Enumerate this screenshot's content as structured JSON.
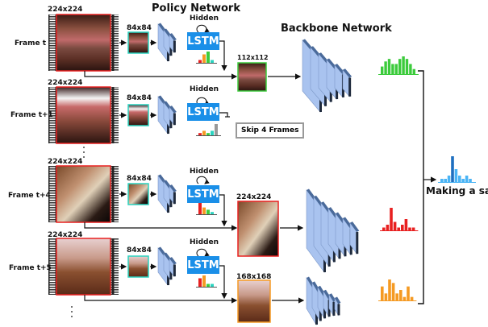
{
  "titles": {
    "policy": "Policy Network",
    "backbone": "Backbone Network"
  },
  "rows": [
    {
      "frame": "Frame t",
      "input_size": "224x224",
      "policy_size": "84x84",
      "hidden": "Hidden",
      "lstm": "LSTM",
      "policy_hist": [
        1,
        3,
        4,
        1
      ],
      "policy_hist_colors": [
        "#e82020",
        "#f59a23",
        "#3dcc3d",
        "#2ad4c0"
      ],
      "action": "resize",
      "backbone_size": "112x112",
      "backbone_color": "#3ccb3c",
      "output_hist": [
        3,
        5,
        6,
        4,
        4,
        6,
        7,
        6,
        4,
        2
      ]
    },
    {
      "frame": "Frame t+1",
      "input_size": "224x224",
      "policy_size": "84x84",
      "hidden": "Hidden",
      "lstm": "LSTM",
      "policy_hist": [
        1,
        2,
        1,
        2,
        5
      ],
      "policy_hist_colors": [
        "#e82020",
        "#f59a23",
        "#3dcc3d",
        "#2ad4c0",
        "#999999"
      ],
      "action": "Skip 4 Frames"
    },
    {
      "frame": "Frame t+4",
      "input_size": "224x224",
      "policy_size": "84x84",
      "hidden": "Hidden",
      "lstm": "LSTM",
      "policy_hist": [
        5,
        3,
        2,
        1
      ],
      "policy_hist_colors": [
        "#e82020",
        "#f59a23",
        "#3dcc3d",
        "#2ad4c0"
      ],
      "action": "resize",
      "backbone_size": "224x224",
      "backbone_color": "#e82020",
      "output_hist": [
        1,
        2,
        8,
        3,
        1,
        2,
        4,
        1,
        1
      ]
    },
    {
      "frame": "Frame t+5",
      "input_size": "224x224",
      "policy_size": "84x84",
      "hidden": "Hidden",
      "lstm": "LSTM",
      "policy_hist": [
        3,
        4,
        1,
        1
      ],
      "policy_hist_colors": [
        "#e82020",
        "#f59a23",
        "#3dcc3d",
        "#2ad4c0"
      ],
      "action": "resize",
      "backbone_size": "168x168",
      "backbone_color": "#f59a23",
      "output_hist": [
        4,
        2,
        6,
        5,
        2,
        3,
        1,
        4,
        1
      ]
    }
  ],
  "result": {
    "label": "Making a sandwich",
    "hist": [
      1,
      1,
      2,
      8,
      4,
      2,
      1,
      2,
      1
    ],
    "color": "#4ab4f5",
    "peak_color": "#1f6fc0"
  },
  "colors": {
    "lstm": "#1a8fe8",
    "policy_input_border": "#2ad4c0",
    "input_border": "#e82020",
    "conv": "#a9c3ef"
  }
}
